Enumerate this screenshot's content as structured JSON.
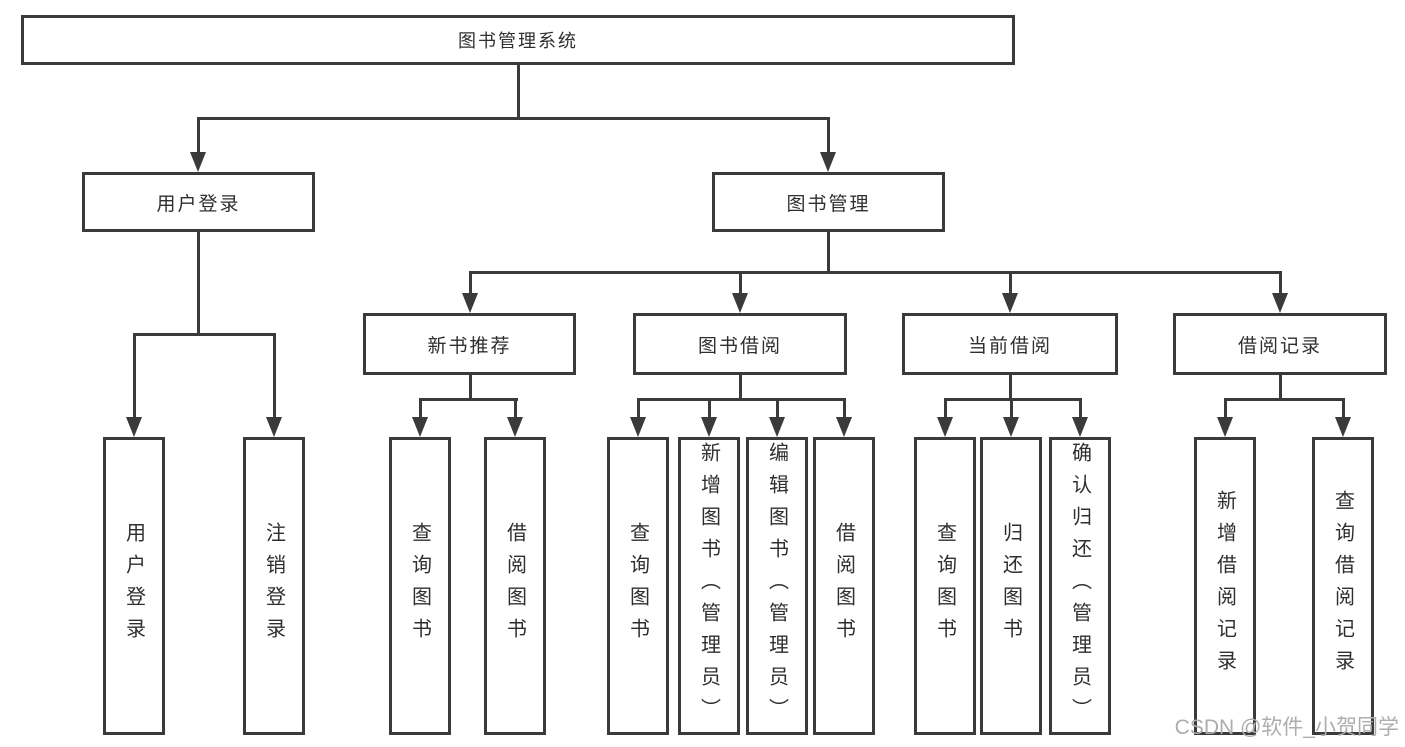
{
  "tree": {
    "root": {
      "label": "图书管理系统"
    },
    "level2": [
      {
        "label": "用户登录"
      },
      {
        "label": "图书管理"
      }
    ],
    "level3": [
      {
        "label": "新书推荐"
      },
      {
        "label": "图书借阅"
      },
      {
        "label": "当前借阅"
      },
      {
        "label": "借阅记录"
      }
    ],
    "leaves": {
      "user_login": [
        {
          "label": "用户登录"
        },
        {
          "label": "注销登录"
        }
      ],
      "new_book": [
        {
          "label": "查询图书"
        },
        {
          "label": "借阅图书"
        }
      ],
      "book_borrow": [
        {
          "label": "查询图书"
        },
        {
          "label": "新增图书（管理员）"
        },
        {
          "label": "编辑图书（管理员）"
        },
        {
          "label": "借阅图书"
        }
      ],
      "current_borrow": [
        {
          "label": "查询图书"
        },
        {
          "label": "归还图书"
        },
        {
          "label": "确认归还（管理员）"
        }
      ],
      "borrow_records": [
        {
          "label": "新增借阅记录"
        },
        {
          "label": "查询借阅记录"
        }
      ]
    }
  },
  "watermark": {
    "text": "CSDN @软件_小贺同学"
  },
  "colors": {
    "line": "#3a3a3a",
    "text": "#2f2f2f",
    "box_bg": "#ffffff",
    "page_bg": "#ffffff",
    "watermark": "#adadad"
  }
}
